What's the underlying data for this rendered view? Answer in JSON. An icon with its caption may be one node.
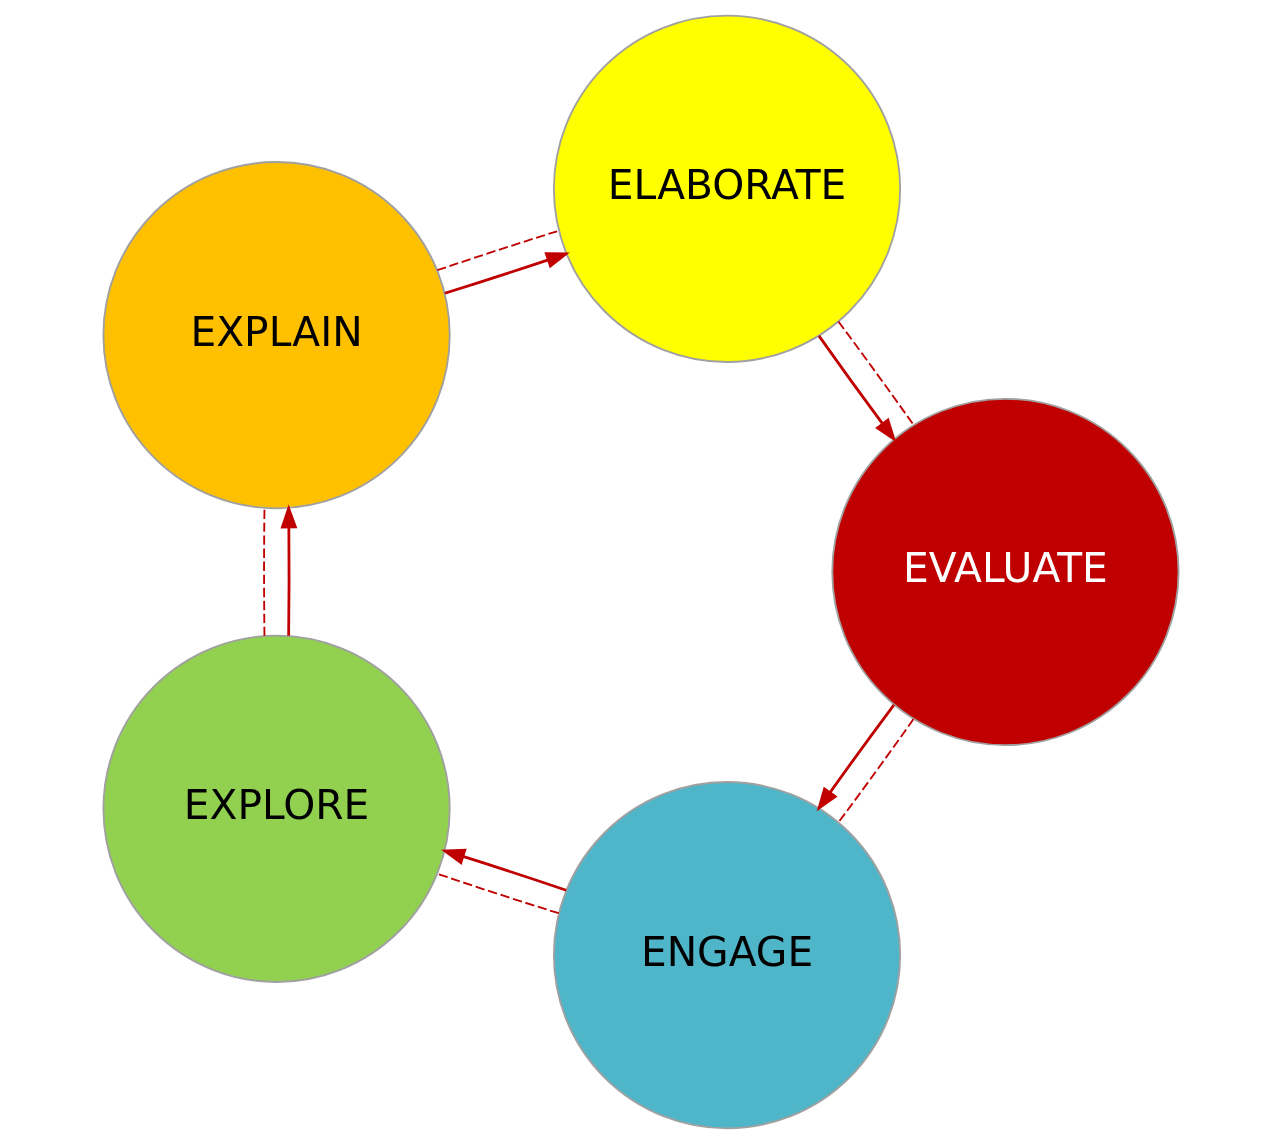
{
  "diagram": {
    "nodes": [
      {
        "text": [
          "ENGAGE"
        ]
      },
      {
        "text": [
          "EXPLORE"
        ]
      },
      {
        "text": [
          "EXPLAIN"
        ]
      },
      {
        "text": [
          "ELABORATE"
        ]
      },
      {
        "text": [
          "EVALUATE"
        ]
      }
    ],
    "edges": [
      {
        "from": 0,
        "to": 1,
        "arrow": "none",
        "style": "dashed"
      },
      {
        "from": 1,
        "to": 2,
        "arrow": "none",
        "style": "dashed"
      },
      {
        "from": 2,
        "to": 3,
        "arrow": "none",
        "style": "dashed"
      },
      {
        "from": 3,
        "to": 4,
        "arrow": "none",
        "style": "dashed"
      },
      {
        "from": 4,
        "to": 0,
        "arrow": "none",
        "style": "dashed"
      },
      {
        "from": 0,
        "to": 1,
        "arrow": "to"
      },
      {
        "from": 1,
        "to": 2,
        "arrow": "to"
      },
      {
        "from": 2,
        "to": 3,
        "arrow": "to"
      },
      {
        "from": 3,
        "to": 4,
        "arrow": "to"
      },
      {
        "from": 4,
        "to": 0,
        "arrow": "to"
      }
    ]
  }
}
